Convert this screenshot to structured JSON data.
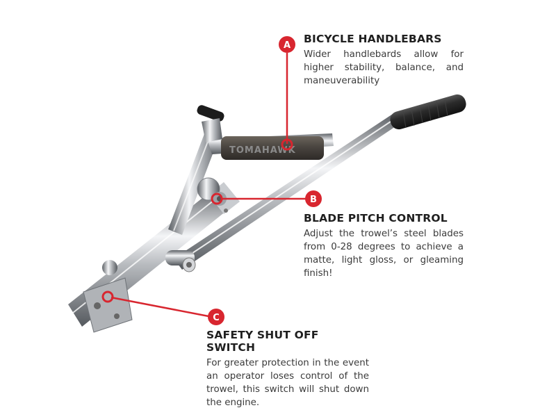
{
  "brand_logo": "TOMAHAWK",
  "colors": {
    "accent": "#d8262f",
    "chrome_dark": "#6e7277",
    "chrome_light": "#f2f3f5",
    "grip": "#2b2b2b",
    "pad": "#4a4540"
  },
  "callouts": [
    {
      "badge": "A",
      "title": "BICYCLE HANDLEBARS",
      "text": "Wider handlebards allow for higher stability, balance, and maneuverability"
    },
    {
      "badge": "B",
      "title": "BLADE PITCH CONTROL",
      "text": "Adjust the trowel’s steel blades from 0-28 degrees to achieve a matte, light gloss, or gleaming finish!"
    },
    {
      "badge": "C",
      "title": "SAFETY SHUT OFF SWITCH",
      "text": "For greater protection in the event an operator loses control of the trowel, this switch will shut down the engine."
    }
  ]
}
